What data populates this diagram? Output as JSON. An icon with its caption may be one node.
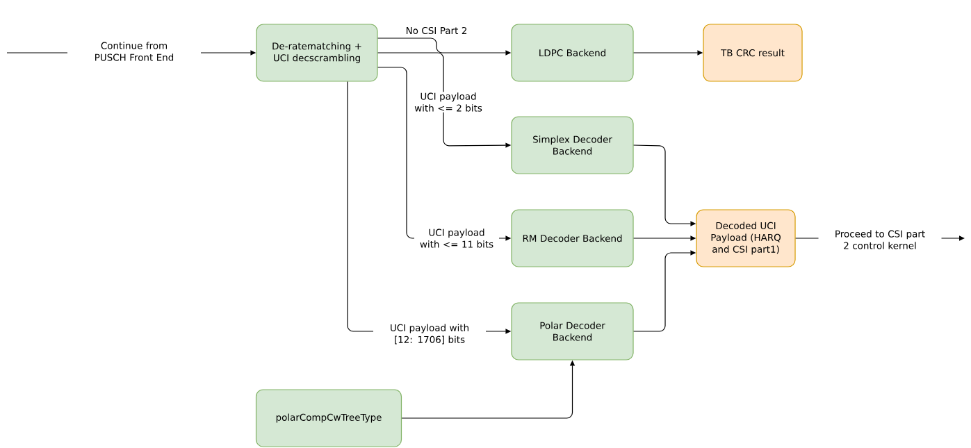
{
  "diagram": {
    "nodes": [
      {
        "text": [
          "De-ratematching + UCI decscrambling"
        ]
      },
      {
        "text": [
          "LDPC Backend"
        ]
      },
      {
        "text": [
          "TB CRC result"
        ]
      },
      {
        "text": [
          "Simplex Decoder Backend"
        ]
      },
      {
        "text": [
          "RM Decoder Backend"
        ]
      },
      {
        "text": [
          "Polar Decoder Backend"
        ]
      },
      {
        "text": [
          "Decoded UCI Payload (HARQ and CSI part1)"
        ]
      },
      {
        "text": [
          "polarCompCwTreeType"
        ]
      }
    ],
    "edges": [
      {
        "from": null,
        "to": 0,
        "arrow": "to",
        "label": "Continue from PUSCH Front End"
      },
      {
        "from": 0,
        "to": 1,
        "arrow": "to",
        "label": "No CSI Part 2"
      },
      {
        "from": 0,
        "to": 3,
        "arrow": "to",
        "label": "UCI payload with <= 2 bits"
      },
      {
        "from": 0,
        "to": 4,
        "arrow": "to",
        "label": "UCI payload with <= 11 bits"
      },
      {
        "from": 0,
        "to": 5,
        "arrow": "to",
        "label": "UCI payload with [12: 1706] bits"
      },
      {
        "from": 1,
        "to": 2,
        "arrow": "to"
      },
      {
        "from": 3,
        "to": 6,
        "arrow": "to"
      },
      {
        "from": 4,
        "to": 6,
        "arrow": "to"
      },
      {
        "from": 5,
        "to": 6,
        "arrow": "to"
      },
      {
        "from": 6,
        "to": null,
        "arrow": "to",
        "label": "Proceed to CSI part 2 control kernel"
      },
      {
        "from": 7,
        "to": 5,
        "arrow": "to"
      }
    ]
  }
}
